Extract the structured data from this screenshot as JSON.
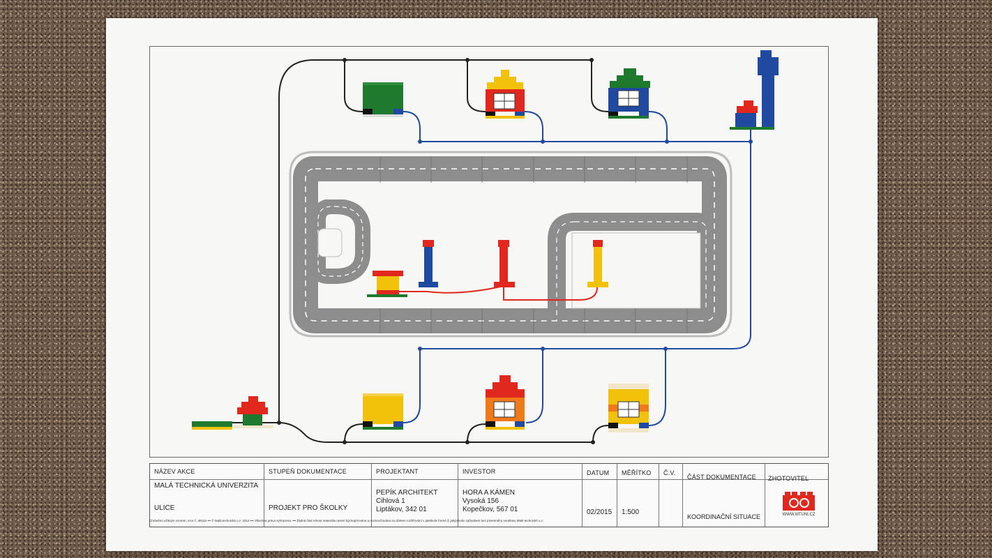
{
  "title_block": {
    "headers": {
      "nazev_akce": "NÁZEV AKCE",
      "stupen_dokumentace": "STUPEŇ DOKUMENTACE",
      "projektant": "PROJEKTANT",
      "investor": "INVESTOR",
      "datum": "DATUM",
      "meritko": "MĚŘÍTKO",
      "cv": "Č.V.",
      "cast_dokumentace": "ČÁST DOKUMENTACE",
      "zhotovitel": "ZHOTOVITEL"
    },
    "values": {
      "akce_line1": "MALÁ TECHNICKÁ UNIVERZITA",
      "akce_line2": "ULICE",
      "stupen": "PROJEKT PRO ŠKOLKY",
      "projektant_line1": "PEPÍK ARCHITEKT",
      "projektant_line2": "Cihlová 1",
      "projektant_line3": "Liptákov, 342 01",
      "investor_line1": "HORA A KÁMEN",
      "investor_line2": "Vysoká 156",
      "investor_line3": "Kopečkov, 567 01",
      "datum": "02/2015",
      "meritko": "1:500",
      "cast": "KOORDINAČNÍ SITUACE",
      "logo_caption": "WWW.MTUNI.CZ"
    }
  },
  "footer_note": "Chráněno užitným vzorem, vzor č. 39153   •••   © Malá technická u.z. 2014   •••   Všechna práva vyhrazena.   •••   Žádná část tohoto materiálu nesmí být kopírována a rozmnožována za účelem rozšiřování v jakékoliv formě či jakýmkoliv způsobem bez písemného souhlasu Malé technické u.z.",
  "colors": {
    "sheet": "#f7f7f5",
    "road": "#8d8d8d",
    "power_cable": "#222222",
    "water_cable": "#1f4aa0",
    "red_cable": "#e0281e",
    "lego_red": "#e0281e",
    "lego_yellow": "#f2c20a",
    "lego_blue": "#1f4aa0",
    "lego_green": "#1f7a2e",
    "lego_orange": "#f07a1a"
  }
}
